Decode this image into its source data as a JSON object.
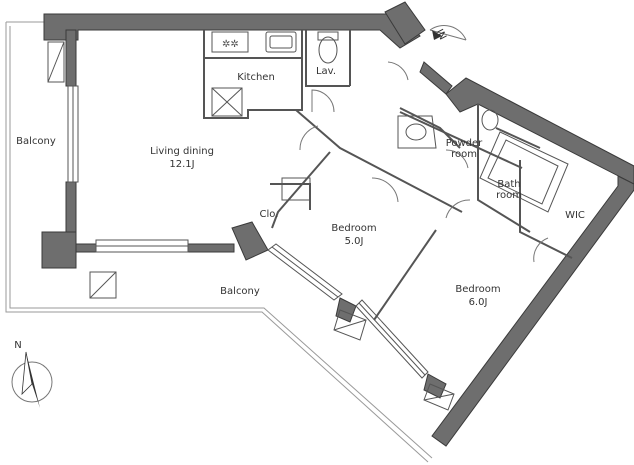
{
  "colors": {
    "wall_fill": "#6e6e6e",
    "wall_stroke": "#3a3a3a",
    "line": "#555555",
    "thin": "#9a9a9a",
    "text": "#333333"
  },
  "rooms": {
    "balcony_west": "Balcony",
    "living_dining": "Living dining",
    "living_dining_size": "12.1J",
    "kitchen": "Kitchen",
    "lavatory": "Lav.",
    "powder_room_line1": "Powder",
    "powder_room_line2": "room",
    "bath_line1": "Bath",
    "bath_line2": "room",
    "wic": "WIC",
    "closet": "Clo.",
    "bedroom_1": "Bedroom",
    "bedroom_1_size": "5.0J",
    "bedroom_2": "Bedroom",
    "bedroom_2_size": "6.0J",
    "balcony_south": "Balcony"
  },
  "entrance_mark": "IN",
  "compass": {
    "label": "N",
    "icon": "north-arrow-icon"
  }
}
